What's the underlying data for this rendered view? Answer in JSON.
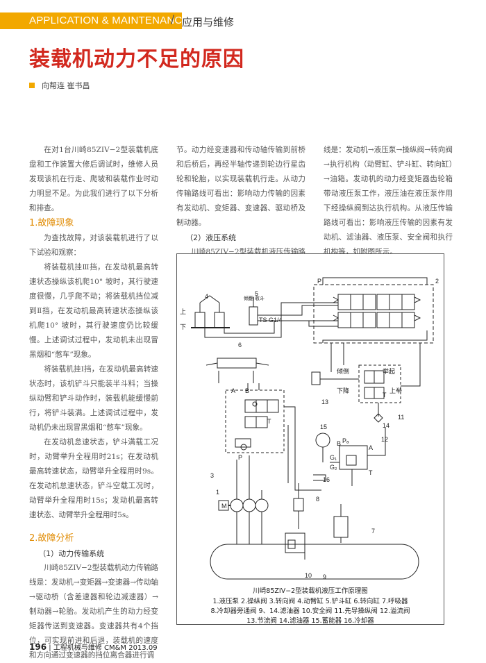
{
  "header": {
    "section_en": "APPLICATION & MAINTENANCE",
    "slash": "/",
    "section_cn": "应用与维修"
  },
  "article": {
    "title": "装载机动力不足的原因",
    "authors": "向帮连   崔书昌"
  },
  "col1": {
    "intro": "在对1台川崎85ZIV−2型装载机底盘和工作装置大修后调试时，维修人员发现该机在行走、爬坡和装载作业时动力明显不足。为此我们进行了以下分析和排查。",
    "h1": "1.故障现象",
    "p1": "为查找故障，对该装载机进行了以下试验和观察：",
    "p2": "将装载机挂Ⅲ挡，在发动机最高转速状态操纵该机爬10° 坡时，其行驶速度很慢，几乎爬不动；将装载机挡位减到Ⅱ挡，在发动机最高转速状态操纵该机爬10° 坡时，其行驶速度仍比较缓慢。上述调试过程中，发动机未出现冒黑烟和“憋车”现象。",
    "p3": "将装载机挂Ⅰ挡，在发动机最高转速状态时，该机铲斗只能装半斗料；当操纵动臂和铲斗动作时，装载机能缓慢前行，将铲斗装满。上述调试过程中，发动机仍未出现冒黑烟和“憋车”现象。",
    "p4": "在发动机怠速状态，铲斗满载工况时，动臂举升全程用时21s；在发动机最高转速状态，动臂举升全程用时9s。在发动机怠速状态，铲斗空载工况时，动臂举升全程用时15s；发动机最高转速状态、动臂举升全程用时5s。",
    "h2": "2.故障分析",
    "h2sub": "（1）动力传输系统",
    "p5": "川崎85ZIV−2型装载机动力传输路线是：发动机→变矩器→变速器→传动轴→驱动桥（含差速器和轮边减速器）→制动器→轮胎。发动机产生的动力经变矩器传送到变速器。变速器共有4个挡位，可实现前进和后退，装载机的速度和方向通过变速器的挡位离合器进行调"
  },
  "col2": {
    "p1": "节。动力经变速器和传动轴传输到前桥和后桥后，再经半轴传递到轮边行星齿轮和轮胎，以实现装载机行走。从动力传输路线可看出：影响动力传输的因素有发动机、变矩器、变速器、驱动桥及制动器。",
    "h": "（2）液压系统",
    "p2": "川崎85ZIV−2型装载机液压传输路"
  },
  "col3": {
    "p1": "线是：发动机→液压泵→操纵阀→转向阀→执行机构（动臂缸、铲斗缸、转向缸）→油箱。发动机的动力经变矩器齿轮箱带动液压泵工作，液压油在液压泵作用下经操纵阀到达执行机构。从液压传输路线可看出：影响液压传输的因素有发动机、滤油器、液压泵、安全阀和执行机构等，如附图所示。"
  },
  "figure": {
    "labels": {
      "n1": "1",
      "n2": "2",
      "n3": "3",
      "n4": "4",
      "n5": "5",
      "n6": "6",
      "n7": "7",
      "n8": "8",
      "n9": "9",
      "n10": "10",
      "n11": "11",
      "n12": "12",
      "n13": "13",
      "n14": "14",
      "n15": "15",
      "n16": "16",
      "A": "A",
      "B": "B",
      "P": "P",
      "T": "T",
      "M": "M",
      "up": "上",
      "down": "下",
      "ts": "TS  G1/4",
      "tilt_text": "倾翻  收斗",
      "tilt": "倾倒",
      "lift": "举起",
      "lower": "下降",
      "raise": "上举",
      "G1": "G₁",
      "G2": "G₂",
      "Pa": "Pₐ"
    },
    "caption_title": "川崎85ZIV−2型装载机液压工作原理图",
    "legend": [
      "1.液压泵  2.操纵阀  3.转向阀  4.动臂缸  5.铲斗缸  6.转向缸  7.呼吸器",
      "8.冷却器旁通阀  9、14.滤油器  10.安全阀  11.先导操纵阀  12.溢流阀",
      "13.节流阀  14.滤油器  15.蓄能器  16.冷却器"
    ]
  },
  "footer": {
    "page": "196",
    "magazine": "工程机械与维修  CM&M 2013.09"
  }
}
